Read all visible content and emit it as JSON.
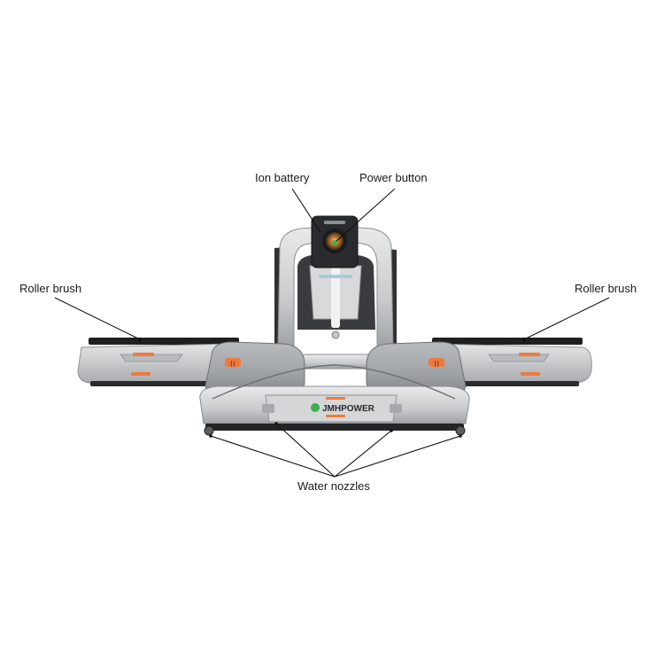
{
  "labels": {
    "ion_battery": "Ion battery",
    "power_button": "Power button",
    "roller_brush_left": "Roller brush",
    "roller_brush_right": "Roller brush",
    "water_nozzles": "Water nozzles"
  },
  "product": {
    "brand_logo_text": "JMHPOWER"
  },
  "colors": {
    "body": "#cfd1d3",
    "body_dark": "#9ea1a4",
    "frame": "#2b2c2e",
    "accent": "#f07a3c",
    "indicator": "#3db04b",
    "text": "#1a1a1a"
  }
}
